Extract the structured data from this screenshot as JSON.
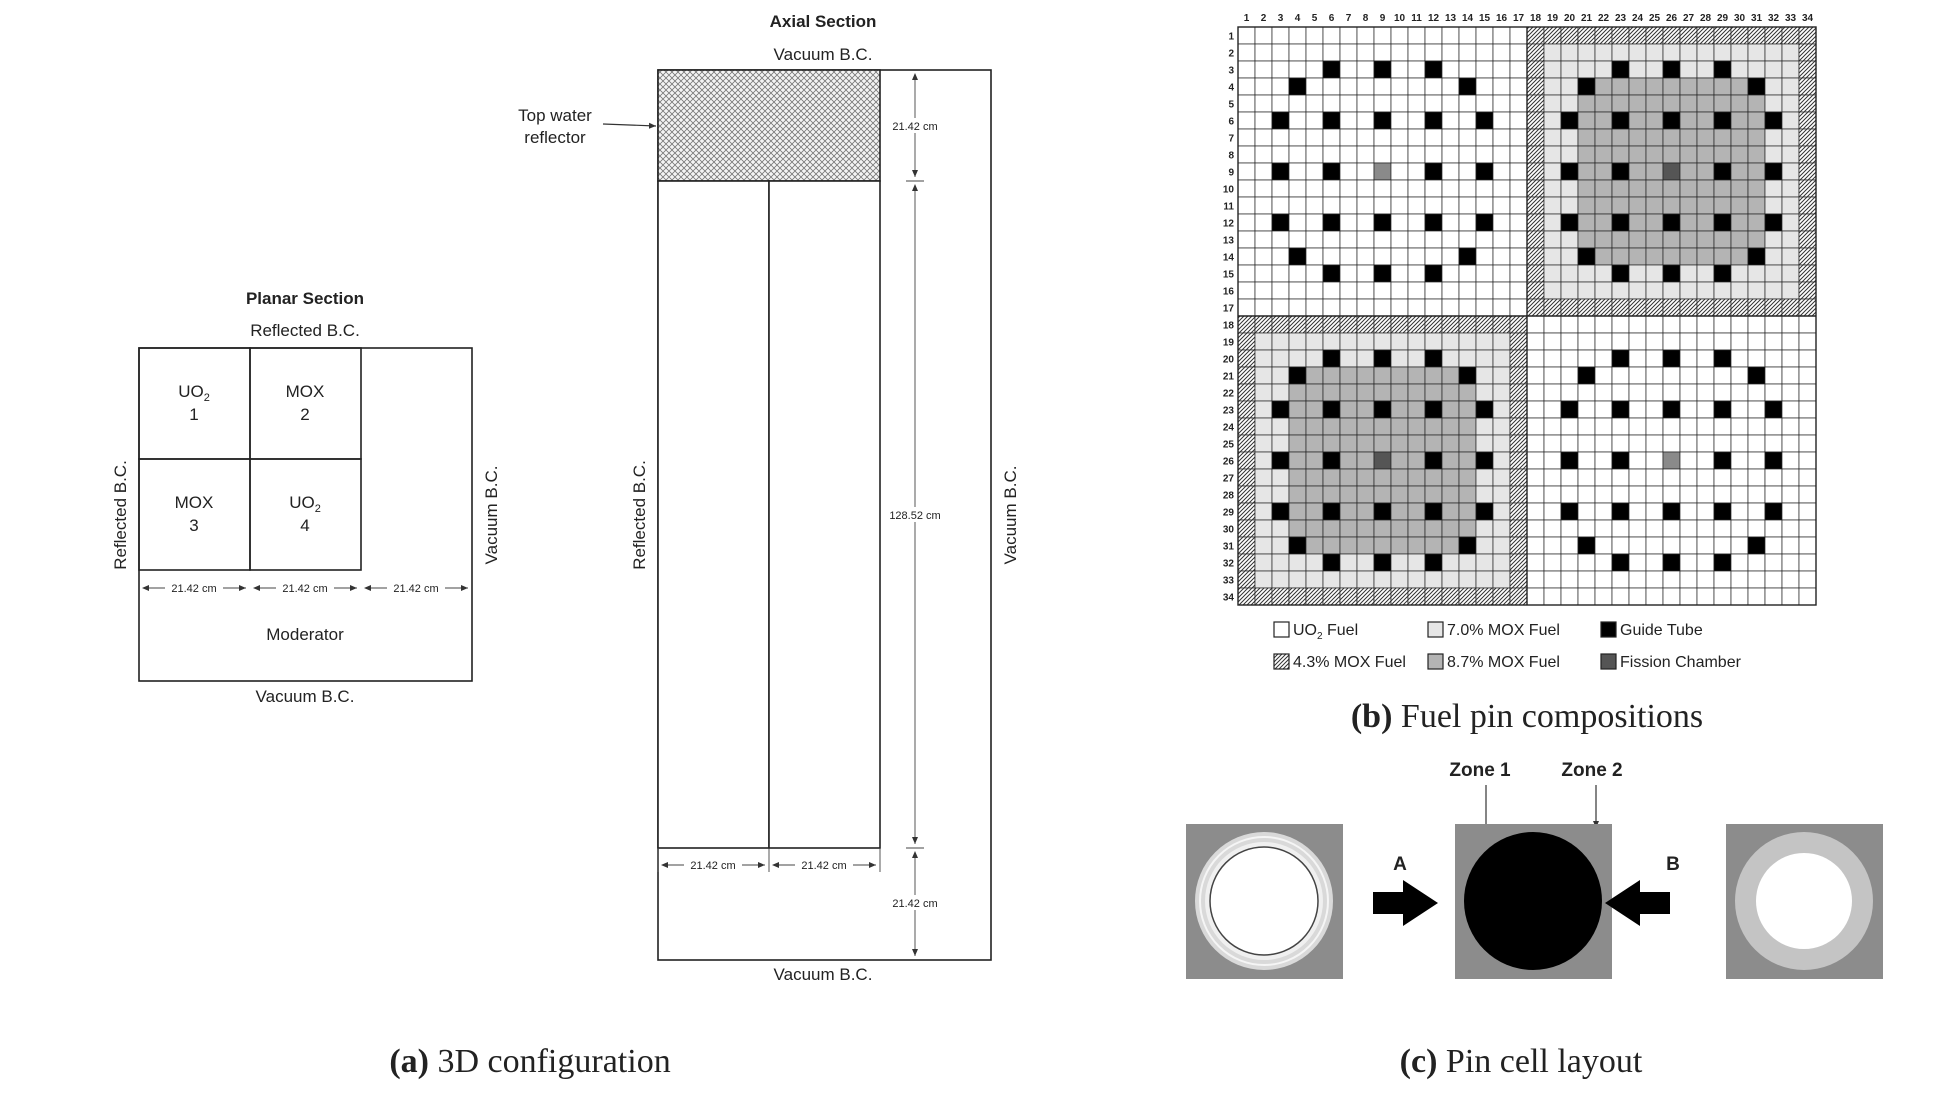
{
  "planar": {
    "title": "Planar Section",
    "top_bc": "Reflected B.C.",
    "left_bc": "Reflected B.C.",
    "right_bc": "Vacuum B.C.",
    "bottom_bc": "Vacuum B.C.",
    "assemblies": [
      {
        "name": "UO",
        "sub": "2",
        "num": "1"
      },
      {
        "name": "MOX",
        "sub": "",
        "num": "2"
      },
      {
        "name": "MOX",
        "sub": "",
        "num": "3"
      },
      {
        "name": "UO",
        "sub": "2",
        "num": "4"
      }
    ],
    "dims": [
      "21.42 cm",
      "21.42 cm",
      "21.42 cm"
    ],
    "moderator": "Moderator"
  },
  "axial": {
    "title": "Axial Section",
    "top_bc": "Vacuum B.C.",
    "bottom_bc": "Vacuum B.C.",
    "left_bc": "Reflected B.C.",
    "right_bc": "Vacuum B.C.",
    "reflector_label_1": "Top water",
    "reflector_label_2": "reflector",
    "dim_top": "21.42 cm",
    "dim_mid": "128.52 cm",
    "dim_bottom": "21.42 cm",
    "dims_width": [
      "21.42 cm",
      "21.42 cm"
    ]
  },
  "fuel_map": {
    "column_numbers": [
      "1",
      "2",
      "3",
      "4",
      "5",
      "6",
      "7",
      "8",
      "9",
      "10",
      "11",
      "12",
      "13",
      "14",
      "15",
      "16",
      "17",
      "18",
      "19",
      "20",
      "21",
      "22",
      "23",
      "24",
      "25",
      "26",
      "27",
      "28",
      "29",
      "30",
      "31",
      "32",
      "33",
      "34"
    ],
    "row_numbers": [
      "1",
      "2",
      "3",
      "4",
      "5",
      "6",
      "7",
      "8",
      "9",
      "10",
      "11",
      "12",
      "13",
      "14",
      "15",
      "16",
      "17",
      "18",
      "19",
      "20",
      "21",
      "22",
      "23",
      "24",
      "25",
      "26",
      "27",
      "28",
      "29",
      "30",
      "31",
      "32",
      "33",
      "34"
    ],
    "legend": [
      {
        "key": "uo2",
        "label": "UO",
        "sub": "2",
        "suffix": " Fuel"
      },
      {
        "key": "mox70",
        "label": "7.0% MOX Fuel"
      },
      {
        "key": "guide",
        "label": "Guide Tube"
      },
      {
        "key": "mox43",
        "label": "4.3% MOX Fuel"
      },
      {
        "key": "mox87",
        "label": "8.7% MOX Fuel"
      },
      {
        "key": "fission",
        "label": "Fission Chamber"
      }
    ],
    "colors": {
      "uo2": "#ffffff",
      "mox70": "#e6e6e6",
      "mox87": "#b4b4b4",
      "guide": "#000000",
      "fission": "#555555",
      "line": "#222222"
    }
  },
  "pin_cell": {
    "zone1": "Zone 1",
    "zone2": "Zone 2",
    "arrow_a": "A",
    "arrow_b": "B"
  },
  "captions": {
    "a_letter": "(a)",
    "a_text": " 3D configuration",
    "b_letter": "(b)",
    "b_text": " Fuel pin compositions",
    "c_letter": "(c)",
    "c_text": " Pin cell layout"
  }
}
